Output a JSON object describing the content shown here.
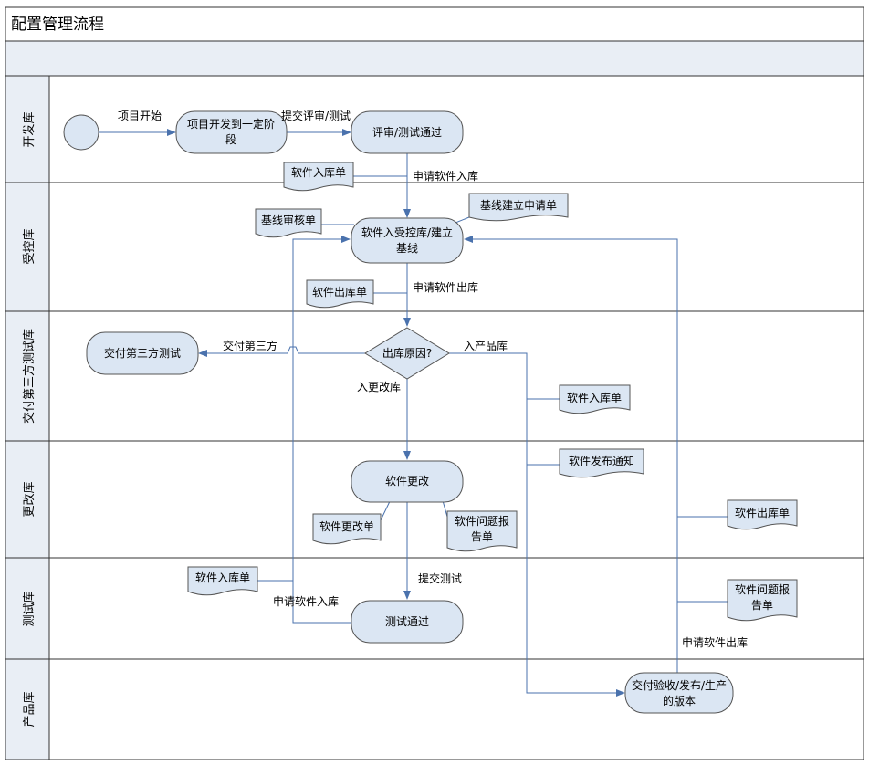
{
  "title": "配置管理流程",
  "lanes": [
    "开发库",
    "受控库",
    "交付第三方测试库",
    "更改库",
    "测试库",
    "产品库"
  ],
  "nodes": {
    "start": "",
    "dev": [
      "项目开发到一定阶",
      "段"
    ],
    "review": [
      "评审/测试通过"
    ],
    "controlled": [
      "软件入受控库/建立",
      "基线"
    ],
    "decision": [
      "出库原因?"
    ],
    "third_party": [
      "交付第三方测试"
    ],
    "change": [
      "软件更改"
    ],
    "test_pass": [
      "测试通过"
    ],
    "release": [
      "交付验收/发布/生产",
      "的版本"
    ]
  },
  "documents": {
    "doc_in1": [
      "软件入库单"
    ],
    "doc_audit": [
      "基线审核单"
    ],
    "doc_baseline": [
      "基线建立申请单"
    ],
    "doc_out1": [
      "软件出库单"
    ],
    "doc_in2": [
      "软件入库单"
    ],
    "doc_notice": [
      "软件发布通知"
    ],
    "doc_out2": [
      "软件出库单"
    ],
    "doc_changeform": [
      "软件更改单"
    ],
    "doc_problem1": [
      "软件问题报",
      "告单"
    ],
    "doc_in3": [
      "软件入库单"
    ],
    "doc_problem2": [
      "软件问题报",
      "告单"
    ]
  },
  "edge_labels": {
    "project_start": "项目开始",
    "submit_review": "提交评审/测试",
    "apply_in1": "申请软件入库",
    "apply_out1": "申请软件出库",
    "deliver_third": "交付第三方",
    "to_product": "入产品库",
    "to_change": "入更改库",
    "submit_test": "提交测试",
    "apply_in2": "申请软件入库",
    "apply_out2": "申请软件出库"
  },
  "colors": {
    "node_fill": "#dbe6f3",
    "node_stroke": "#555555",
    "arrow": "#4a72ad",
    "lane_line": "#333333"
  }
}
